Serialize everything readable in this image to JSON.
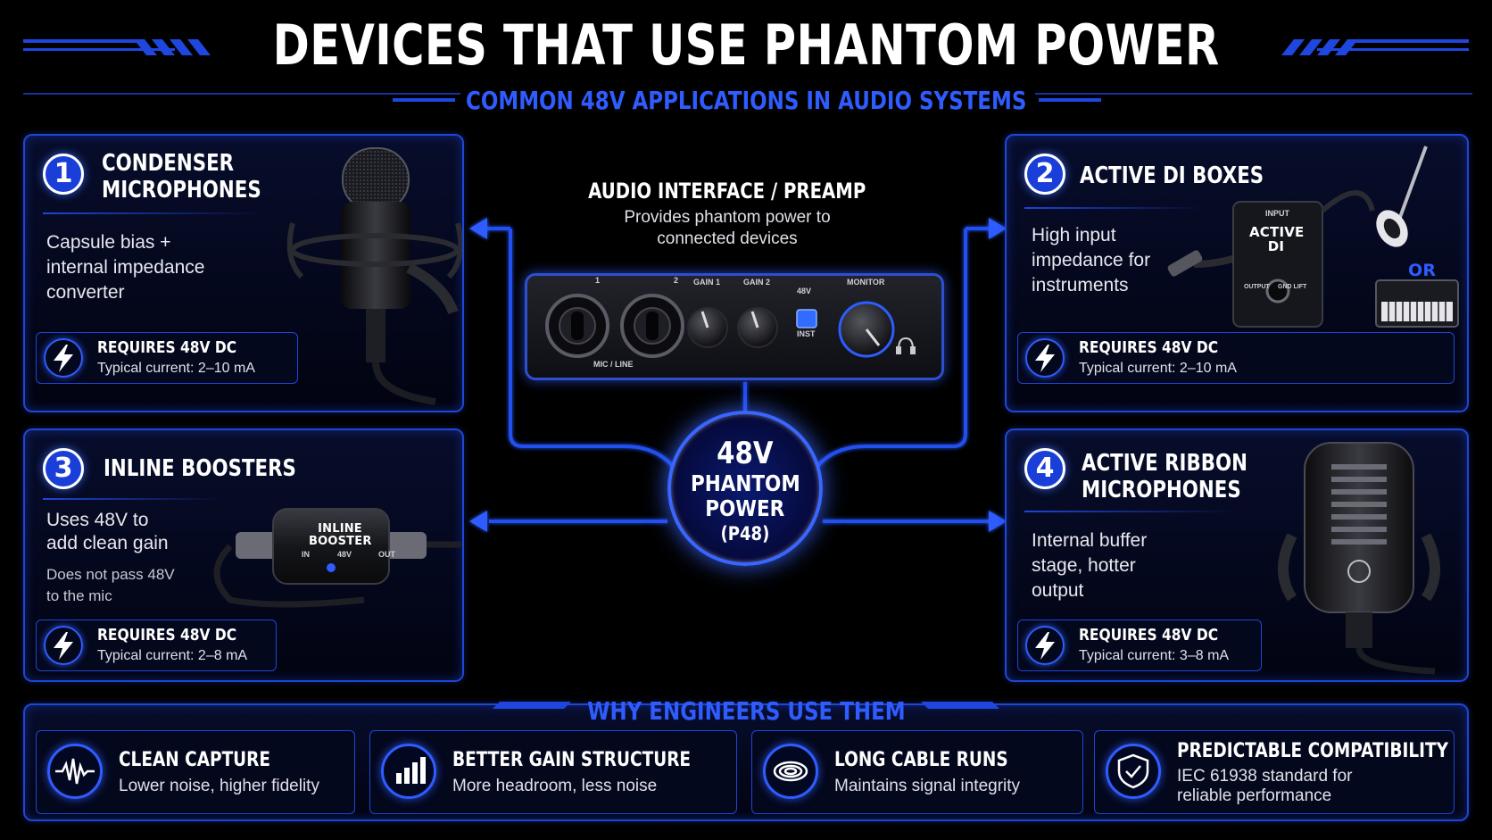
{
  "header": {
    "title": "DEVICES THAT USE PHANTOM POWER",
    "subtitle": "COMMON 48V APPLICATIONS IN AUDIO SYSTEMS"
  },
  "center": {
    "title": "AUDIO INTERFACE / PREAMP",
    "description_line1": "Provides phantom power to",
    "description_line2": "connected devices",
    "interface_labels": {
      "ch1": "1",
      "ch2": "2",
      "gain1": "GAIN 1",
      "gain2": "GAIN 2",
      "p48": "48V",
      "inst": "INST",
      "monitor": "MONITOR",
      "mic_line": "MIC / LINE"
    },
    "hub": {
      "line1": "48V",
      "line2": "PHANTOM",
      "line3": "POWER",
      "line4": "(P48)"
    }
  },
  "panels": [
    {
      "number": "1",
      "title_line1": "CONDENSER",
      "title_line2": "MICROPHONES",
      "desc": [
        "Capsule bias +",
        "internal impedance",
        "converter"
      ],
      "req_title": "REQUIRES 48V DC",
      "req_sub": "Typical current: 2–10 mA"
    },
    {
      "number": "2",
      "title_line1": "ACTIVE DI BOXES",
      "desc": [
        "High input",
        "impedance for",
        "instruments"
      ],
      "req_title": "REQUIRES 48V DC",
      "req_sub": "Typical current: 2–10 mA",
      "device_labels": {
        "input": "INPUT",
        "active": "ACTIVE",
        "di": "DI",
        "output": "OUTPUT",
        "gnd_lift": "GND LIFT",
        "or": "OR"
      }
    },
    {
      "number": "3",
      "title_line1": "INLINE BOOSTERS",
      "desc": [
        "Uses 48V to",
        "add clean gain"
      ],
      "note": [
        "Does not pass 48V",
        "to the mic"
      ],
      "req_title": "REQUIRES 48V DC",
      "req_sub": "Typical current: 2–8 mA",
      "device_labels": {
        "name1": "INLINE",
        "name2": "BOOSTER",
        "in": "IN",
        "v48": "48V",
        "out": "OUT"
      }
    },
    {
      "number": "4",
      "title_line1": "ACTIVE RIBBON",
      "title_line2": "MICROPHONES",
      "desc": [
        "Internal buffer",
        "stage, hotter",
        "output"
      ],
      "req_title": "REQUIRES 48V DC",
      "req_sub": "Typical current: 3–8 mA"
    }
  ],
  "why": {
    "title": "WHY ENGINEERS USE THEM",
    "cards": [
      {
        "title": "CLEAN CAPTURE",
        "sub": [
          "Lower noise, higher fidelity"
        ],
        "icon": "waveform-icon"
      },
      {
        "title": "BETTER GAIN STRUCTURE",
        "sub": [
          "More headroom, less noise"
        ],
        "icon": "bar-chart-icon"
      },
      {
        "title": "LONG CABLE RUNS",
        "sub": [
          "Maintains signal integrity"
        ],
        "icon": "cable-coil-icon"
      },
      {
        "title": "PREDICTABLE COMPATIBILITY",
        "sub": [
          "IEC 61938 standard for",
          "reliable performance"
        ],
        "icon": "shield-check-icon"
      }
    ]
  },
  "colors": {
    "accent": "#1e46d8",
    "highlight": "#2f5cff",
    "background": "#000000"
  }
}
